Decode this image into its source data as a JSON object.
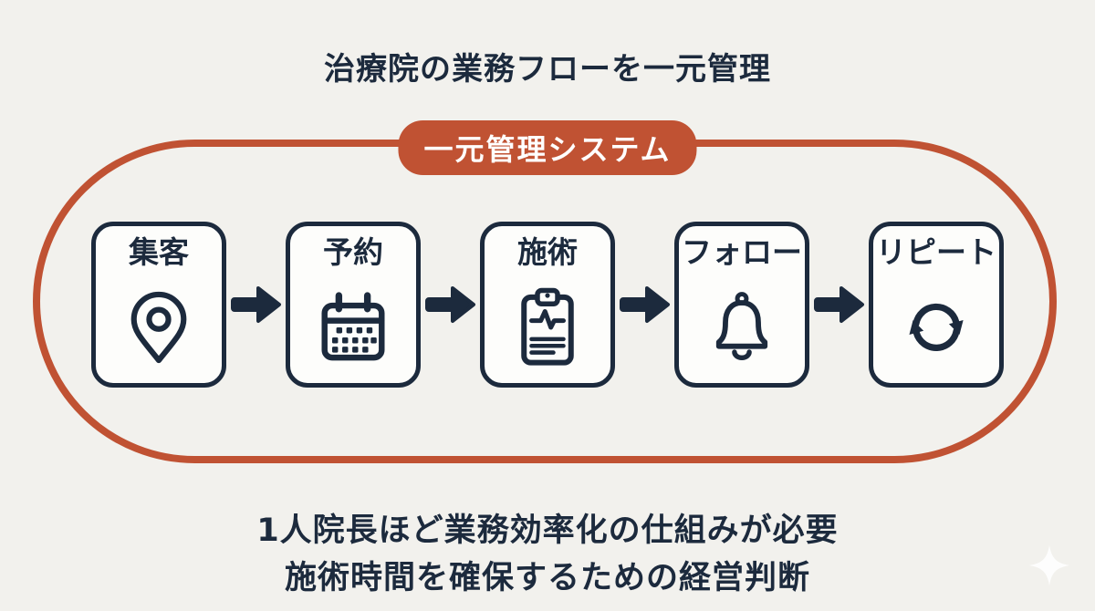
{
  "title": "治療院の業務フローを一元管理",
  "badge": "一元管理システム",
  "flow": {
    "steps": [
      {
        "label": "集客",
        "icon": "location-pin-icon"
      },
      {
        "label": "予約",
        "icon": "calendar-icon"
      },
      {
        "label": "施術",
        "icon": "clipboard-icon"
      },
      {
        "label": "フォロー",
        "icon": "bell-icon"
      },
      {
        "label": "リピート",
        "icon": "repeat-icon"
      }
    ],
    "arrow_count": 4
  },
  "footer": {
    "line1": "1人院長ほど業務効率化の仕組みが必要",
    "line2": "施術時間を確保するための経営判断"
  },
  "colors": {
    "navy": "#1c2a3d",
    "orange": "#c05233",
    "bg": "#f2f1ed",
    "box-fill": "#fdfdfb",
    "badge-text": "#ffffff"
  }
}
